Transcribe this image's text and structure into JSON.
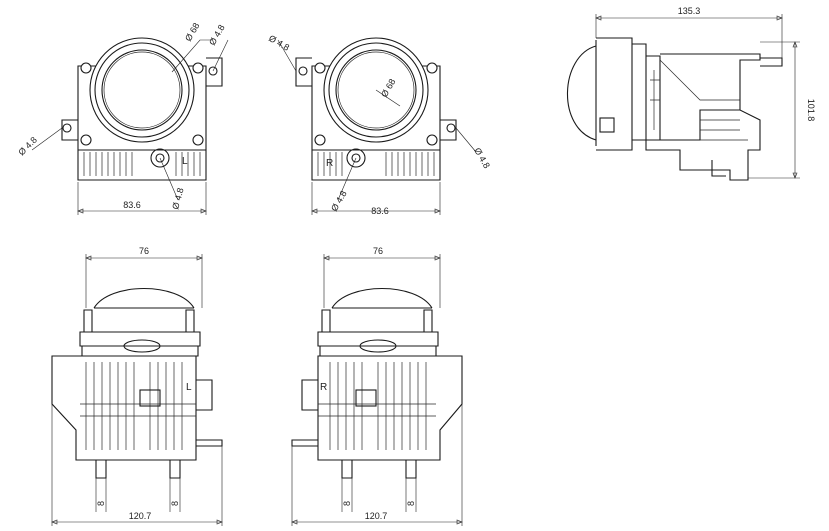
{
  "drawing": {
    "front_left": {
      "side_label": "L",
      "hole_upper_right_1": "Ø 68",
      "hole_upper_right_2": "Ø 4.8",
      "hole_left": "Ø 4.8",
      "hole_bottom": "Ø 4.8",
      "width": "83.6"
    },
    "front_right": {
      "side_label": "R",
      "hole_upper_left": "Ø 4.8",
      "lens_diameter": "Ø 68",
      "hole_right": "Ø 4.8",
      "hole_bottom": "Ø 4.8",
      "width": "83.6"
    },
    "side_view": {
      "depth": "135.3",
      "height": "101.8"
    },
    "back_left": {
      "side_label": "L",
      "lens_width": "76",
      "overall_width": "120.7",
      "pin_left": "8",
      "pin_right": "8"
    },
    "back_right": {
      "side_label": "R",
      "lens_width": "76",
      "overall_width": "120.7",
      "pin_left": "8",
      "pin_right": "8"
    }
  }
}
